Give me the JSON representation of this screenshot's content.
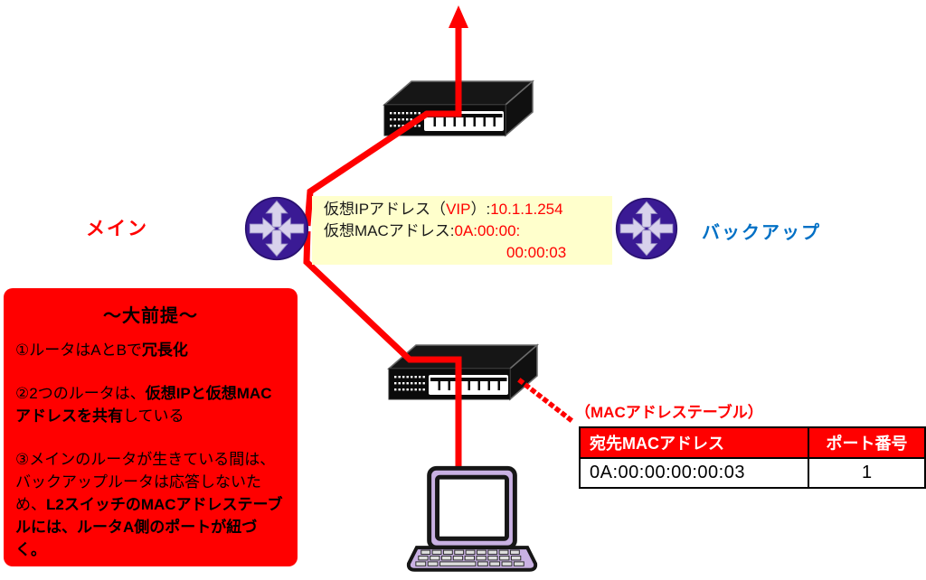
{
  "labels": {
    "main_router": "メイン",
    "backup_router": "バックアップ",
    "mac_table_caption": "（MACアドレステーブル）"
  },
  "vip_box": {
    "l1a": "仮想IPアドレス（",
    "l1b": "VIP",
    "l1c": "）:",
    "l1d": "10.1.1.254",
    "l2a": "仮想MACアドレス:",
    "l2b": "0A:00:00:",
    "l3": "00:00:03"
  },
  "note_box": {
    "title": "～大前提～",
    "p1": [
      {
        "t": "①ルータはAとBで"
      },
      {
        "t": "冗長化"
      }
    ],
    "p2": [
      {
        "t": "②2つのルータは、"
      },
      {
        "t": "仮想IPと仮想MACアドレスを共有"
      },
      {
        "t": "している"
      }
    ],
    "p3": [
      {
        "t": "③メインのルータが生きている間は、バックアップルータは応答しないため、"
      },
      {
        "t": "L2スイッチのMACアドレステーブルには、ルータA側のポートが紐づく。"
      }
    ]
  },
  "mac_table": {
    "headers": [
      "宛先MACアドレス",
      "ポート番号"
    ],
    "rows": [
      [
        "0A:00:00:00:00:03",
        "1"
      ]
    ]
  },
  "colors": {
    "line_red": "#ff0000",
    "note_red": "#ff0000",
    "backup_blue": "#0070c5",
    "router_purple": "#3a1a94",
    "router_arrow": "#d8d2ec",
    "vip_yellow": "#ffffcc",
    "laptop_lavender": "#c9b1e3"
  }
}
